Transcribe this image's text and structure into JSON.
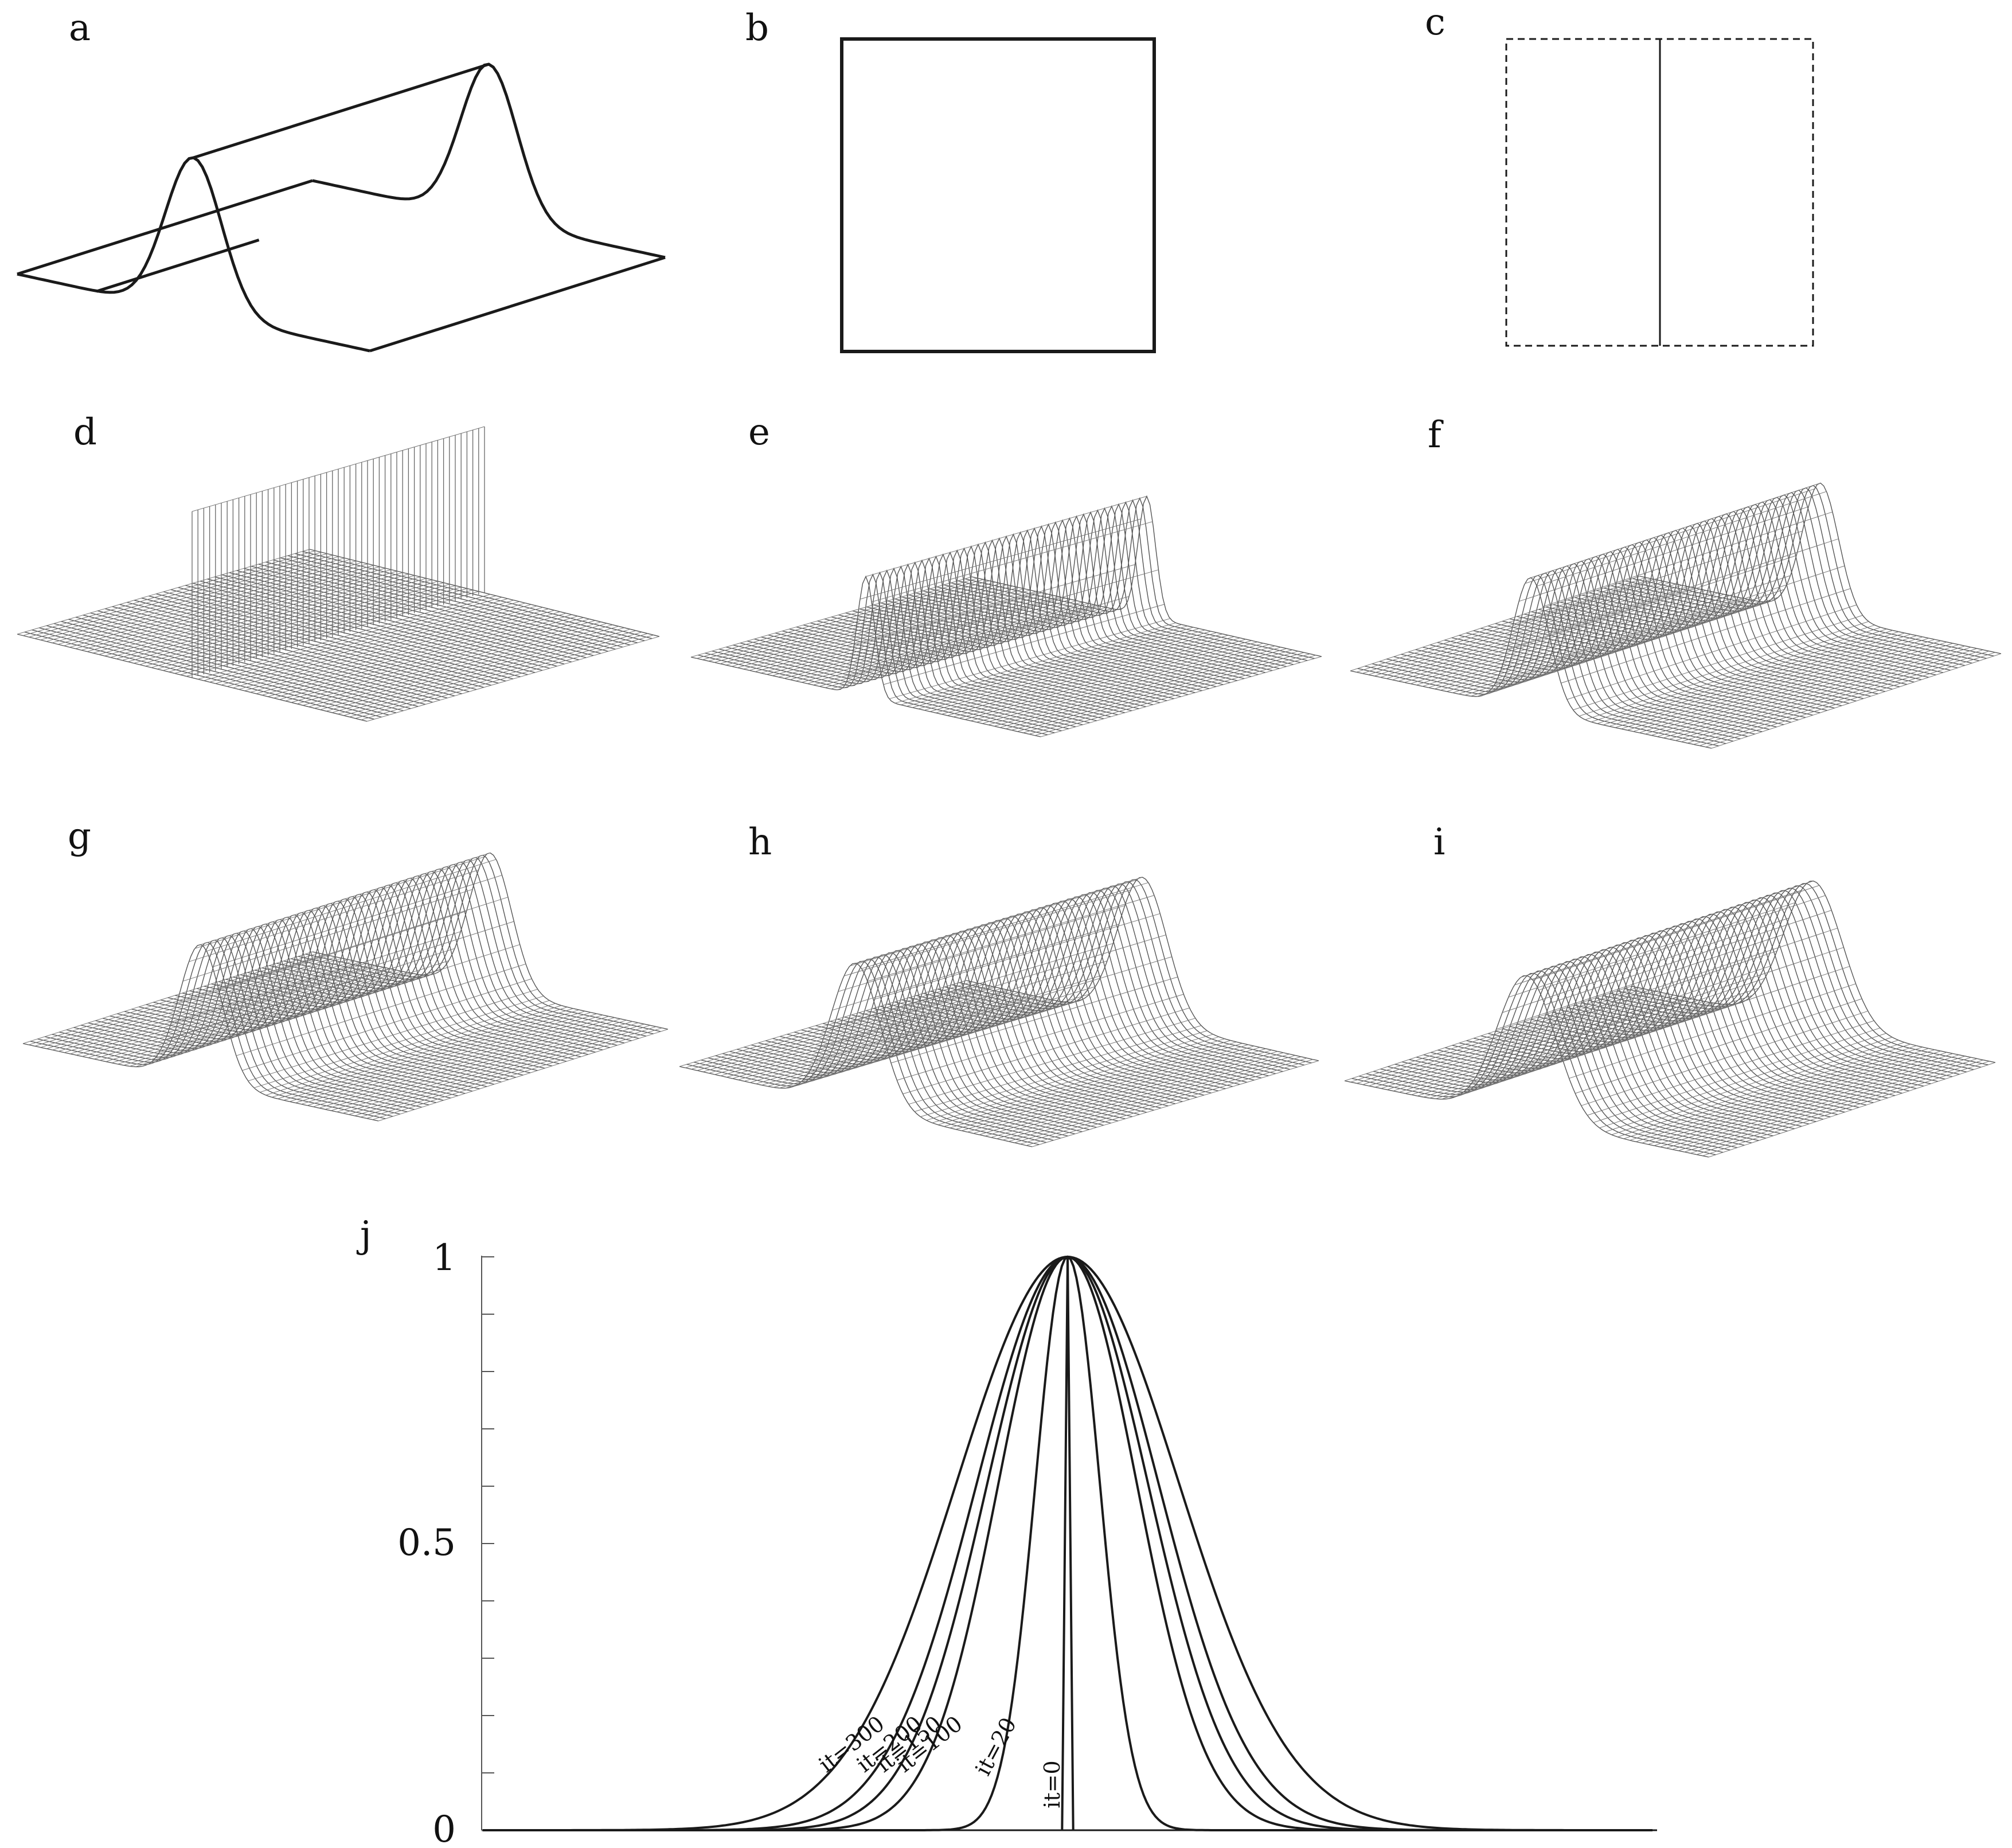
{
  "panel_labels": [
    "a",
    "b",
    "c",
    "d",
    "e",
    "f",
    "g",
    "h",
    "i",
    "j"
  ],
  "chart_data": {
    "type": "line",
    "title": "",
    "xlabel": "",
    "ylabel": "",
    "ylim": [
      0,
      1
    ],
    "yticks": [
      "0",
      "0.5",
      "1"
    ],
    "series": [
      {
        "name": "it=0",
        "label": "it=0",
        "sigma": 0
      },
      {
        "name": "it=20",
        "label": "it=20",
        "sigma": 0.055
      },
      {
        "name": "it=100",
        "label": "it=100",
        "sigma": 0.118
      },
      {
        "name": "it=150",
        "label": "it=150",
        "sigma": 0.137
      },
      {
        "name": "it=200",
        "label": "it=200",
        "sigma": 0.155
      },
      {
        "name": "it=300",
        "label": "it=300",
        "sigma": 0.19
      }
    ],
    "grid": false
  },
  "diffusion_states": [
    {
      "panel": "d",
      "sigma": 0
    },
    {
      "panel": "e",
      "sigma": 0.05
    },
    {
      "panel": "f",
      "sigma": 0.1
    },
    {
      "panel": "g",
      "sigma": 0.12
    },
    {
      "panel": "h",
      "sigma": 0.14
    },
    {
      "panel": "i",
      "sigma": 0.16
    }
  ],
  "colors": {
    "stroke": "#1a1a1a",
    "mesh": "#555555",
    "background": "#ffffff"
  }
}
